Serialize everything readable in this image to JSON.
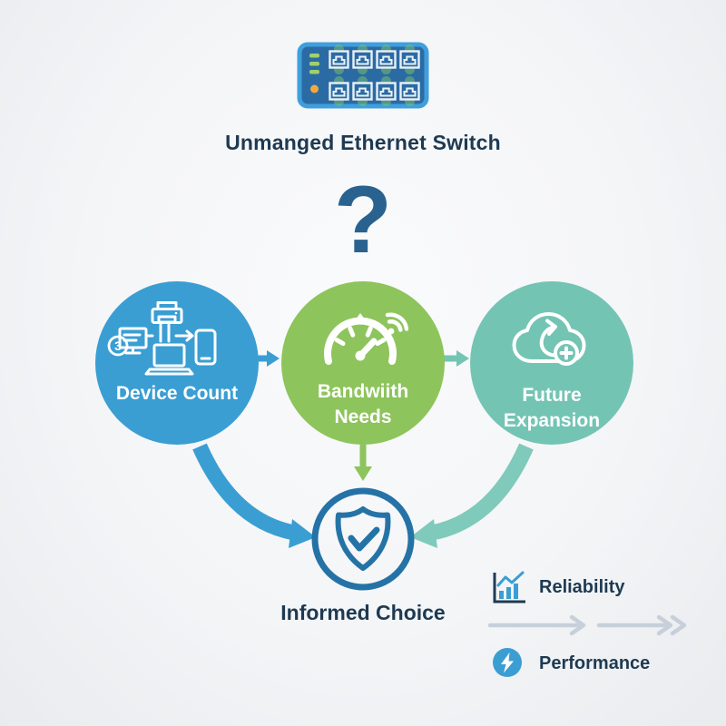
{
  "title_block": {
    "title": "Unmanged Ethernet Switch",
    "question_mark": "?",
    "question_mark_color": "#2a628f",
    "title_color": "#1e3a52"
  },
  "switch_device": {
    "icon": "ethernet-switch-icon",
    "port_count": 8,
    "led_count": 3,
    "body_color": "#2b6ba4",
    "frame_color": "#3f9fdc",
    "led_color": "#a2d06a",
    "power_led_color": "#f1a93f"
  },
  "factors": [
    {
      "id": "device-count",
      "label_line1": "Device Count",
      "label_line2": "",
      "badge": "3",
      "circle_color": "#3a9ed3",
      "icon": "connected-devices-icon"
    },
    {
      "id": "bandwidth-needs",
      "label_line1": "Bandwiith",
      "label_line2": "Needs",
      "circle_color": "#8dc45c",
      "icon": "speedometer-wifi-icon"
    },
    {
      "id": "future-expansion",
      "label_line1": "Future",
      "label_line2": "Expansion",
      "circle_color": "#74c4b4",
      "icon": "cloud-growth-icon"
    }
  ],
  "connectors": {
    "device_to_bandwidth_color": "#3a9ed3",
    "bandwidth_to_expansion_color": "#74c4b4",
    "bandwidth_down_color": "#8dc45c",
    "device_curve_color": "#3a9ed3",
    "expansion_curve_color": "#7fcabb"
  },
  "result": {
    "label": "Informed Choice",
    "icon": "shield-check-icon",
    "icon_color": "#2573a6",
    "text_color": "#1e3a52"
  },
  "benefits": [
    {
      "label": "Reliability",
      "icon": "bar-chart-icon"
    },
    {
      "label": "Performance",
      "icon": "lightning-bolt-icon"
    }
  ],
  "benefit_arrows_color": "#c7d0da",
  "background_color": "#f4f5f7"
}
